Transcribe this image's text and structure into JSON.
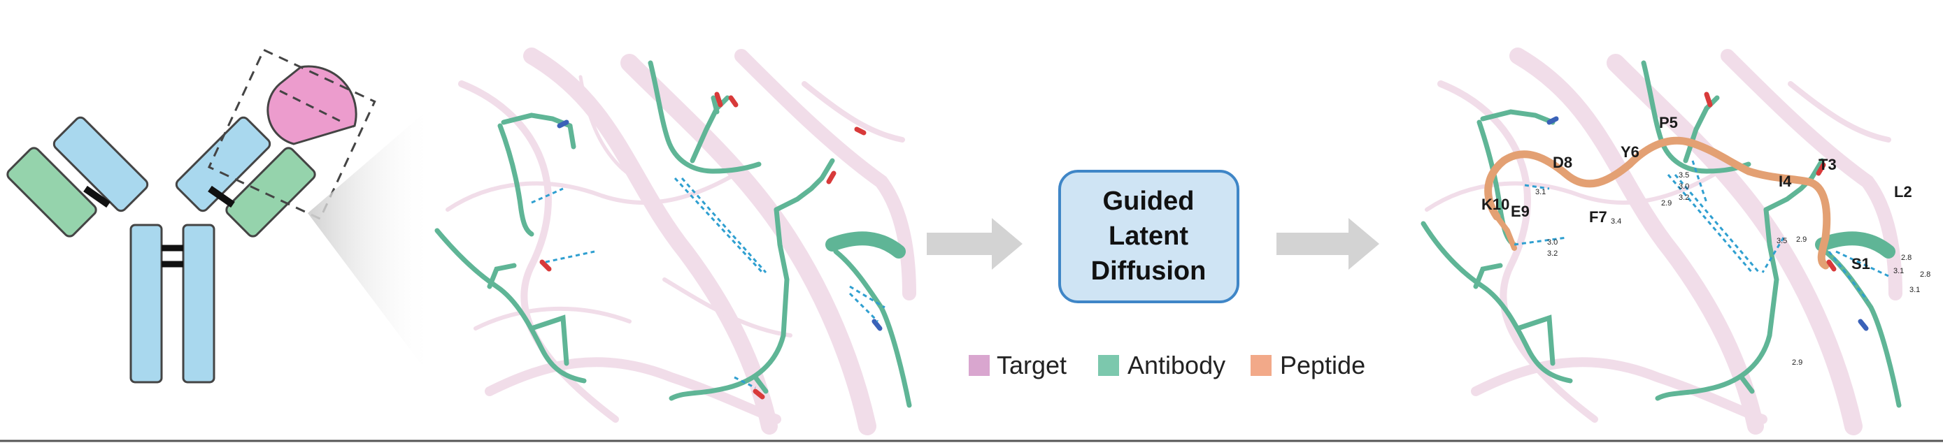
{
  "center_box": {
    "lines": [
      "Guided",
      "Latent",
      "Diffusion"
    ]
  },
  "legend": [
    {
      "label": "Target",
      "color": "#d9a6cf"
    },
    {
      "label": "Antibody",
      "color": "#7cc8ad"
    },
    {
      "label": "Peptide",
      "color": "#f2a989"
    }
  ],
  "residue_labels": [
    "K10",
    "E9",
    "D8",
    "F7",
    "Y6",
    "P5",
    "I4",
    "T3",
    "L2",
    "S1"
  ],
  "distance_labels": [
    "3.1",
    "3.0",
    "3.2",
    "3.4",
    "3.5",
    "3.0",
    "3.2",
    "2.9",
    "3.5",
    "2.9",
    "3.1",
    "2.8",
    "2.8",
    "3.1",
    "2.9"
  ],
  "colors": {
    "antibody": "#5fb596",
    "target": "#f1dde9",
    "peptide": "#e3a073",
    "heavy_chain": "#a9d8ee",
    "light_chain": "#95d3ac",
    "antigen": "#ec9ccd",
    "box_fill": "#cfe4f4",
    "box_border": "#3f86c7",
    "arrow": "#d3d3d3",
    "hbond": "#2f9fd0"
  },
  "icons": [
    "antibody-icon",
    "antibody-antigen-complex-icon",
    "zoom-wedge",
    "right-arrow-icon"
  ]
}
